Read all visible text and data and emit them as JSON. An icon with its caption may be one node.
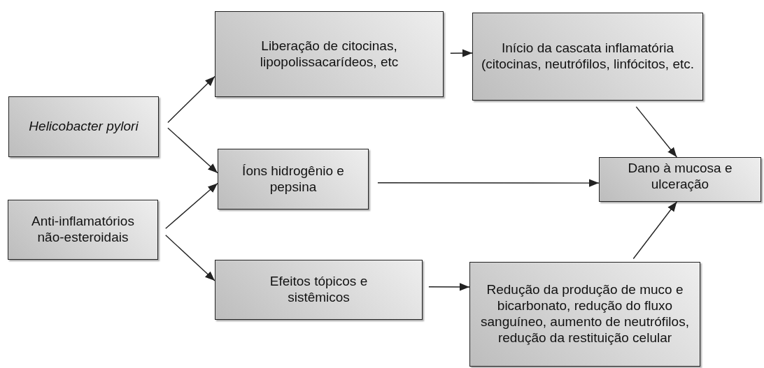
{
  "diagram": {
    "nodes": [
      {
        "text": [
          "Helicobacter pylori"
        ]
      },
      {
        "text": [
          "Anti-inflamatórios não-esteroidais"
        ]
      },
      {
        "text": [
          "Liberação de citocinas, lipopolissacarídeos, etc"
        ]
      },
      {
        "text": [
          "Íons hidrogênio e pepsina"
        ]
      },
      {
        "text": [
          "Efeitos tópicos e sistêmicos"
        ]
      },
      {
        "text": [
          "Início da cascata inflamatória (citocinas, neutrófilos, linfócitos, etc."
        ]
      },
      {
        "text": [
          "Dano à mucosa e ulceração"
        ]
      },
      {
        "text": [
          "Redução da produção de muco e bicarbonato, redução do fluxo sanguíneo, aumento de neutrófilos, redução da restituição celular"
        ]
      }
    ],
    "edges": [
      {
        "from": 0,
        "to": 2,
        "arrow": "to"
      },
      {
        "from": 0,
        "to": 3,
        "arrow": "to"
      },
      {
        "from": 1,
        "to": 3,
        "arrow": "to"
      },
      {
        "from": 1,
        "to": 4,
        "arrow": "to"
      },
      {
        "from": 2,
        "to": 5,
        "arrow": "to"
      },
      {
        "from": 3,
        "to": 6,
        "arrow": "to"
      },
      {
        "from": 4,
        "to": 7,
        "arrow": "to"
      },
      {
        "from": 5,
        "to": 6,
        "arrow": "to"
      },
      {
        "from": 7,
        "to": 6,
        "arrow": "to"
      }
    ]
  }
}
